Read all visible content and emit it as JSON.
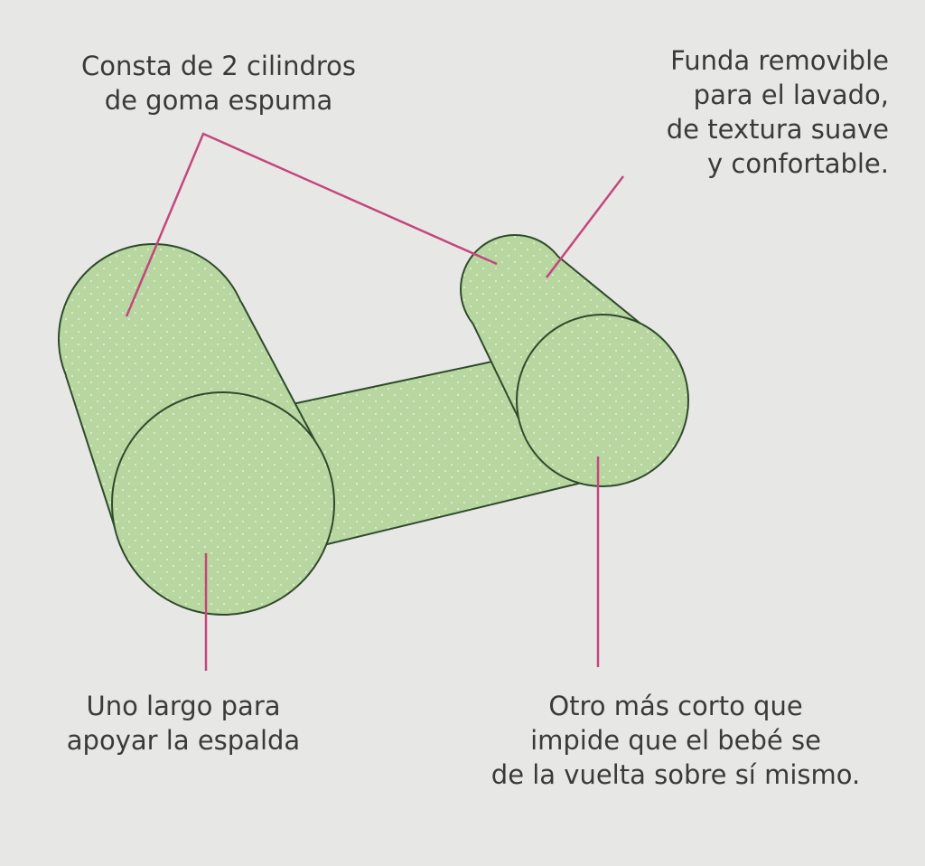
{
  "labels": {
    "two_cylinders": "Consta de 2 cilindros\nde goma espuma",
    "removable_cover": "Funda removible\npara el lavado,\nde textura suave\ny confortable.",
    "long_cylinder": "Uno largo para\napoyar la espalda",
    "short_cylinder": "Otro más corto que\nimpide que el bebé se\nde la vuelta sobre sí mismo."
  },
  "colors": {
    "background": "#e7e8e6",
    "fabric": "#b7d6a0",
    "outline": "#2f4a2a",
    "leader": "#c4467c"
  }
}
